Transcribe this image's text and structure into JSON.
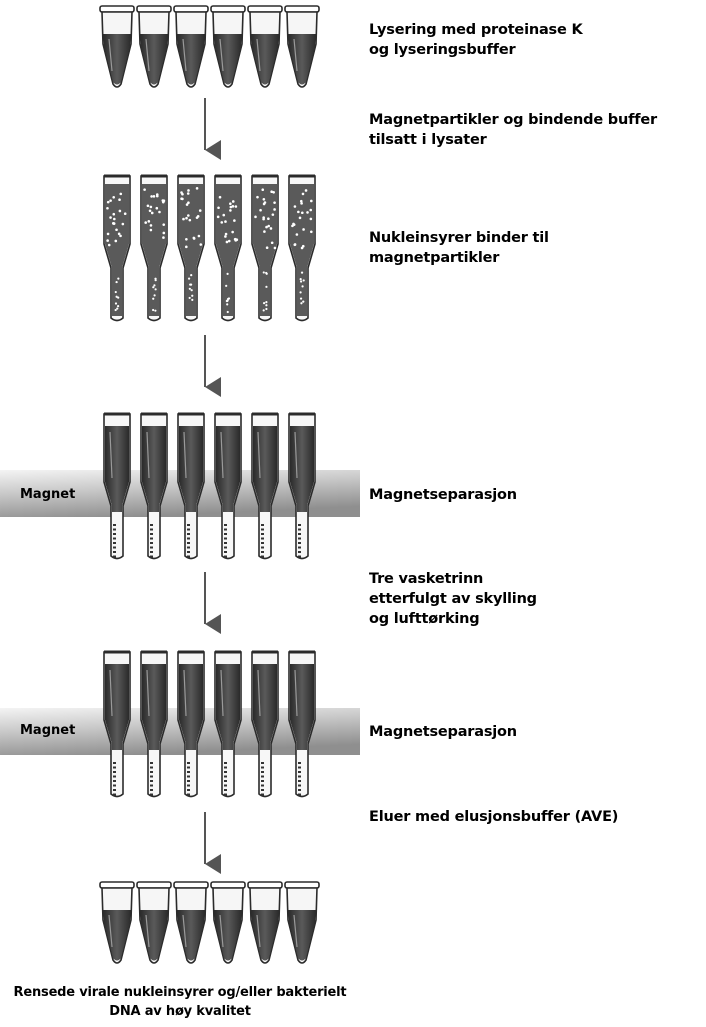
{
  "steps": [
    {
      "label": "Lysering med proteinase K\nog lyseringsbuffer"
    },
    {
      "label": "Magnetpartikler og bindende buffer\ntilsatt i lysater"
    },
    {
      "label": "Nukleinsyrer binder til\nmagnetpartikler"
    },
    {
      "label": "Magnetseparasjon"
    },
    {
      "label": "Tre vasketrinn\netterfulgt av skylling\nog lufttørking"
    },
    {
      "label": "Magnetseparasjon"
    },
    {
      "label": "Eluer med elusjonsbuffer (AVE)"
    }
  ],
  "magnets": [
    {
      "label": "Magnet"
    },
    {
      "label": "Magnet"
    }
  ],
  "final_caption": "Rensede virale nukleinsyrer og/eller bakterielt\nDNA av høy kvalitet",
  "tube_count": 6,
  "colors": {
    "tube_outline": "#2b2b2b",
    "liquid": "#3c3c3c",
    "arrow": "#555555",
    "magnet_light": "#f2f2f2",
    "magnet_dark": "#9a9a9a"
  }
}
